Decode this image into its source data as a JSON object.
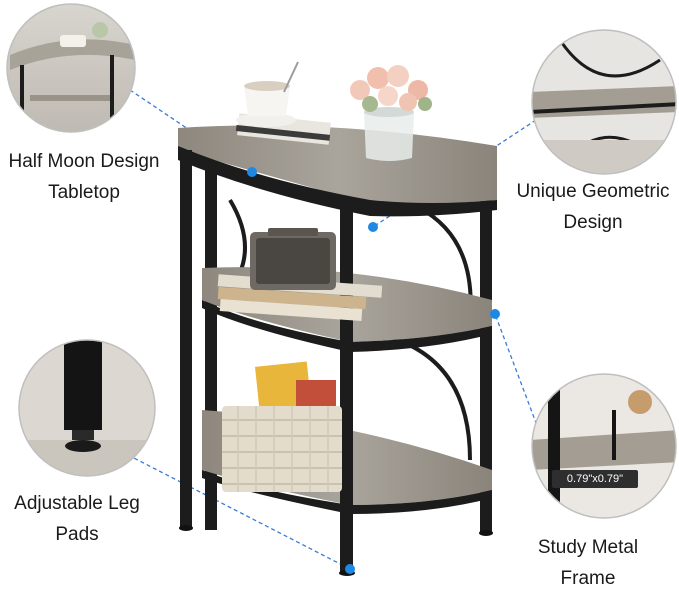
{
  "features": {
    "half_moon": {
      "line1": "Half Moon Design",
      "line2": "Tabletop"
    },
    "geometric": {
      "line1": "Unique Geometric",
      "line2": "Design"
    },
    "leg_pads": {
      "line1": "Adjustable Leg",
      "line2": "Pads"
    },
    "frame": {
      "line1": "Study Metal",
      "line2": "Frame"
    }
  },
  "dimension_label": "0.79\"x0.79\"",
  "colors": {
    "wood": "#9a948b",
    "wood_edge": "#6f6a63",
    "metal": "#1c1c1c",
    "accent_dot": "#1e88e5",
    "leader_line": "#3a7bd5"
  }
}
